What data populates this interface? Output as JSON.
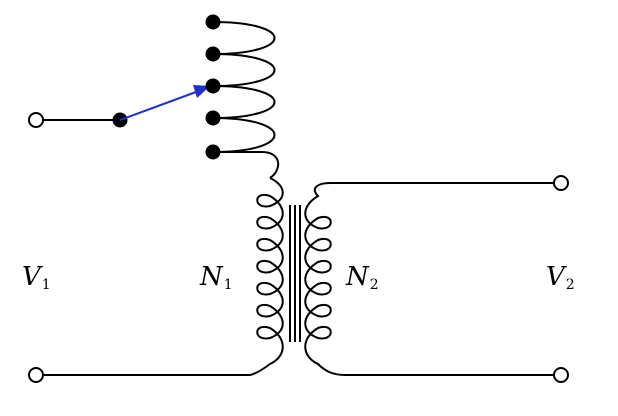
{
  "labels": {
    "v1": {
      "letter": "V",
      "sub": "1"
    },
    "n1": {
      "letter": "N",
      "sub": "1"
    },
    "n2": {
      "letter": "N",
      "sub": "2"
    },
    "v2": {
      "letter": "V",
      "sub": "2"
    }
  },
  "colors": {
    "wire": "#000000",
    "switch_arm": "#1f2fd0"
  },
  "primary_taps": 5,
  "selected_tap": 3
}
